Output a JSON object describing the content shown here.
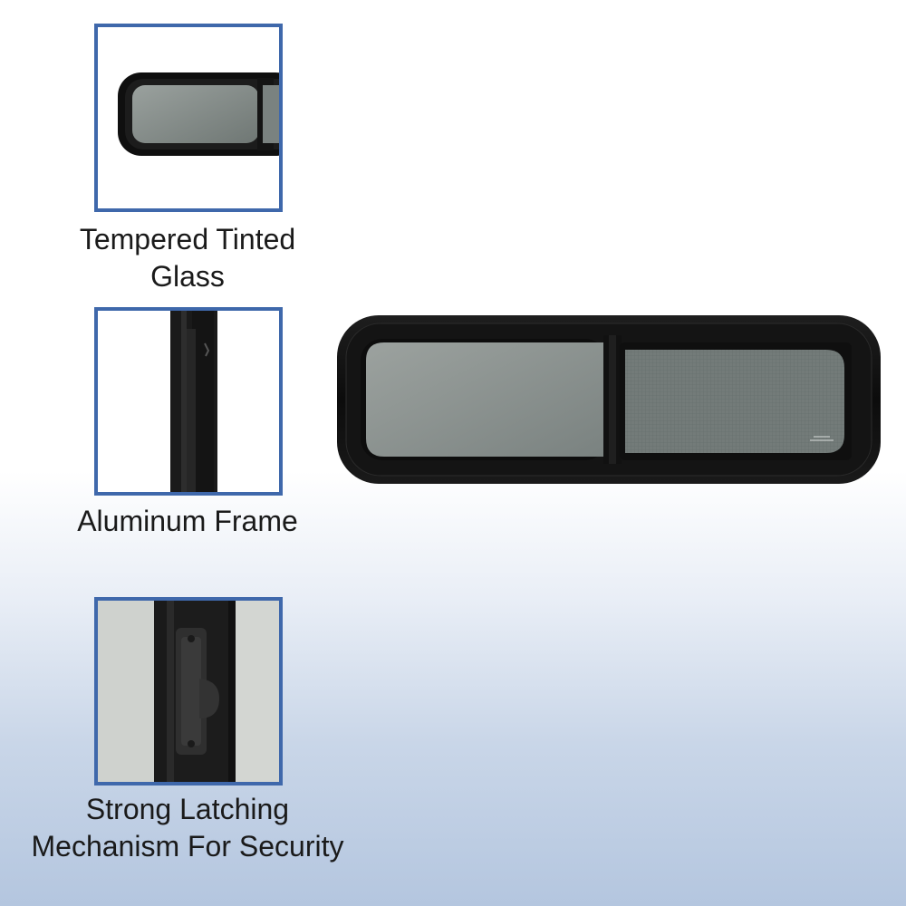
{
  "features": [
    {
      "id": "glass",
      "lines": [
        "Tempered Tinted",
        "Glass"
      ]
    },
    {
      "id": "frame",
      "lines": [
        "Aluminum Frame"
      ]
    },
    {
      "id": "latch",
      "lines": [
        "Strong Latching",
        "Mechanism For Security"
      ]
    }
  ],
  "colors": {
    "thumb_border": "#3f68ab",
    "frame_black": "#111111",
    "glass_tint": "#7f8784",
    "screen_tint": "#6e7675",
    "caption_text": "#1a1a1a"
  }
}
